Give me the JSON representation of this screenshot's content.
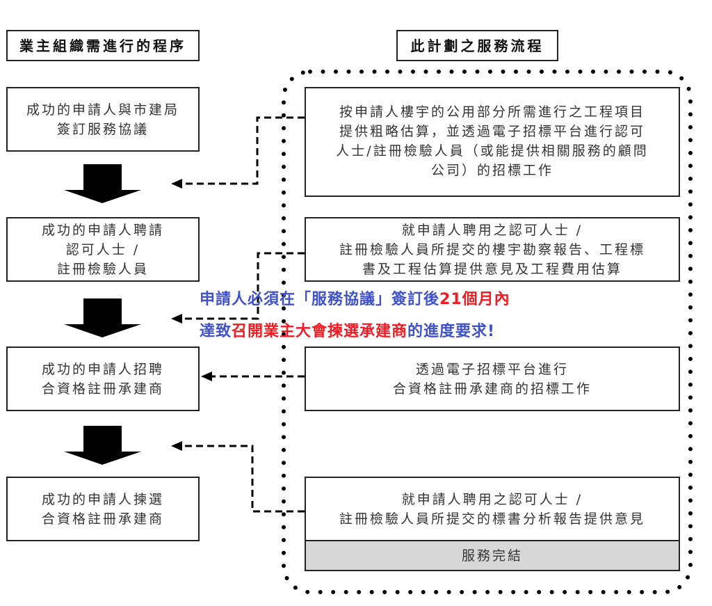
{
  "headers": {
    "left": "業主組織需進行的程序",
    "right": "此計劃之服務流程"
  },
  "left_steps": [
    "成功的申請人與市建局\n簽訂服務協議",
    "成功的申請人聘請\n認可人士 /\n註冊檢驗人員",
    "成功的申請人招聘\n合資格註冊承建商",
    "成功的申請人揀選\n合資格註冊承建商"
  ],
  "right_steps": [
    "按申請人樓宇的公用部分所需進行之工程項目\n提供粗略估算，並透過電子招標平台進行認可\n人士/註冊檢驗人員（或能提供相關服務的顧問\n公司）的招標工作",
    "就申請人聘用之認可人士 /\n註冊檢驗人員所提交的樓宇勘察報告、工程標\n書及工程估算提供意見及工程費用估算",
    "透過電子招標平台進行\n合資格註冊承建商的招標工作",
    "就申請人聘用之認可人士 /\n註冊檢驗人員所提交的標書分析報告提供意見"
  ],
  "service_complete": "服務完結",
  "notice": {
    "line1": [
      {
        "text": "申請人必須在「服務協議」簽訂後",
        "color": "blue"
      },
      {
        "text": "21個月內",
        "color": "red"
      }
    ],
    "line2": [
      {
        "text": "達致",
        "color": "blue"
      },
      {
        "text": "召開業主大會揀選承建商",
        "color": "red"
      },
      {
        "text": "的進度要求!",
        "color": "blue"
      }
    ]
  },
  "colors": {
    "blue": "#3f52c8",
    "red": "#ee1c25",
    "done_fill": "#d8d8d8"
  }
}
